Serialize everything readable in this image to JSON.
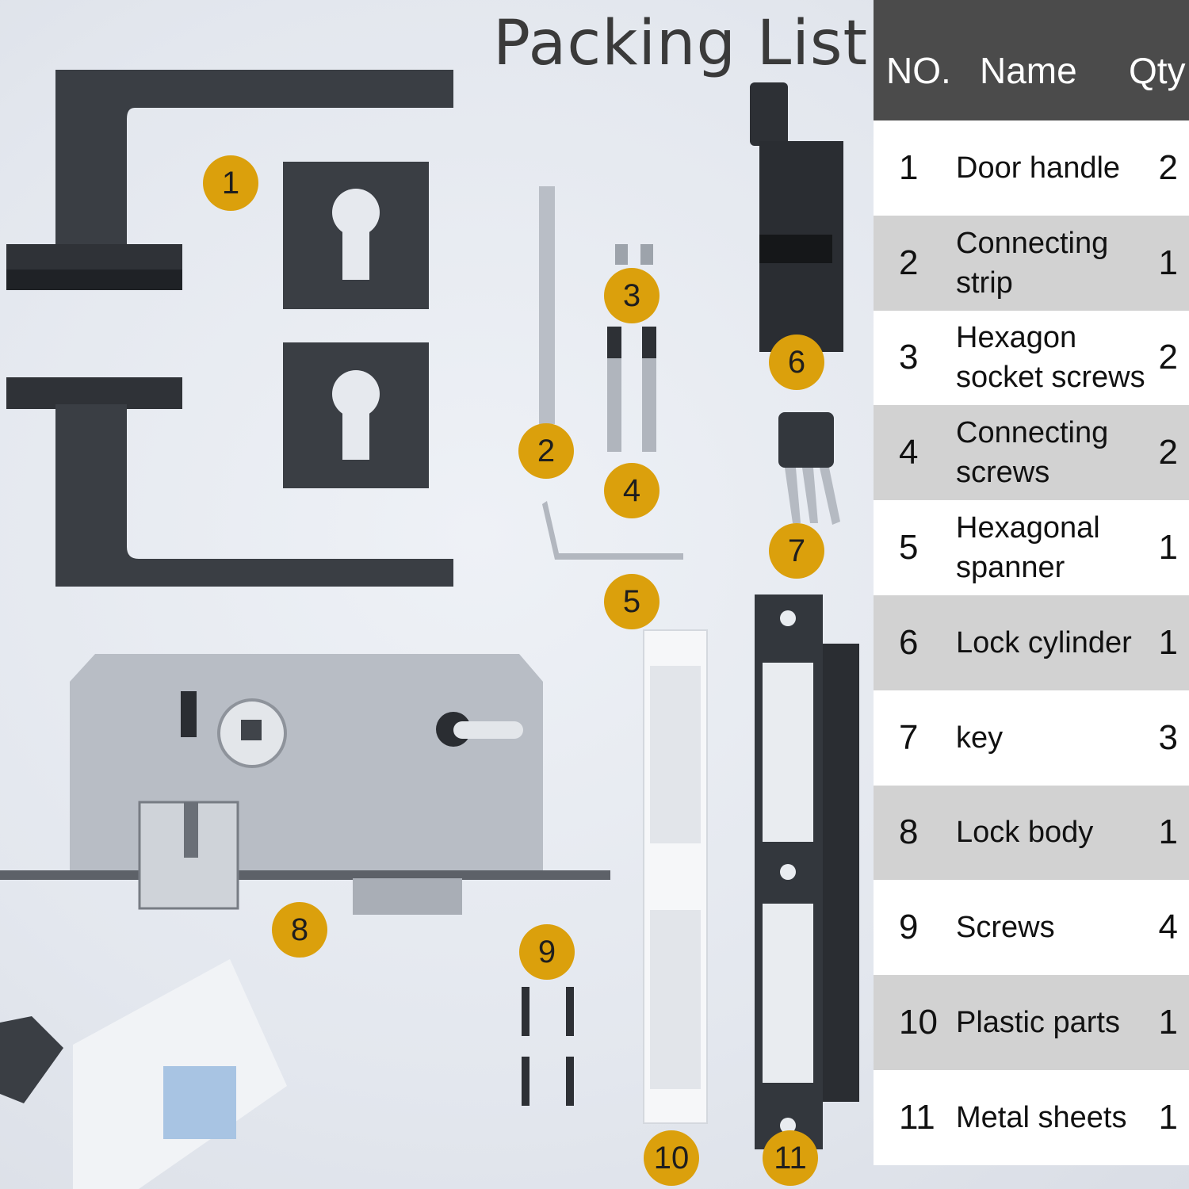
{
  "title": "Packing List",
  "table": {
    "headers": {
      "no": "NO.",
      "name": "Name",
      "qty": "Qty"
    },
    "rows": [
      {
        "no": "1",
        "name": "Door handle",
        "qty": "2"
      },
      {
        "no": "2",
        "name": "Connecting strip",
        "qty": "1"
      },
      {
        "no": "3",
        "name": "Hexagon socket screws",
        "qty": "2"
      },
      {
        "no": "4",
        "name": "Connecting screws",
        "qty": "2"
      },
      {
        "no": "5",
        "name": "Hexagonal spanner",
        "qty": "1"
      },
      {
        "no": "6",
        "name": "Lock cylinder",
        "qty": "1"
      },
      {
        "no": "7",
        "name": "key",
        "qty": "3"
      },
      {
        "no": "8",
        "name": "Lock body",
        "qty": "1"
      },
      {
        "no": "9",
        "name": "Screws",
        "qty": "4"
      },
      {
        "no": "10",
        "name": "Plastic parts",
        "qty": "1"
      },
      {
        "no": "11",
        "name": "Metal sheets",
        "qty": "1"
      }
    ]
  },
  "badges": [
    "1",
    "2",
    "3",
    "4",
    "5",
    "6",
    "7",
    "8",
    "9",
    "10",
    "11"
  ],
  "colors": {
    "badge": "#dba00c",
    "header": "#4b4b4b",
    "metal_dark": "#3b3f45",
    "steel": "#b9bec6"
  }
}
